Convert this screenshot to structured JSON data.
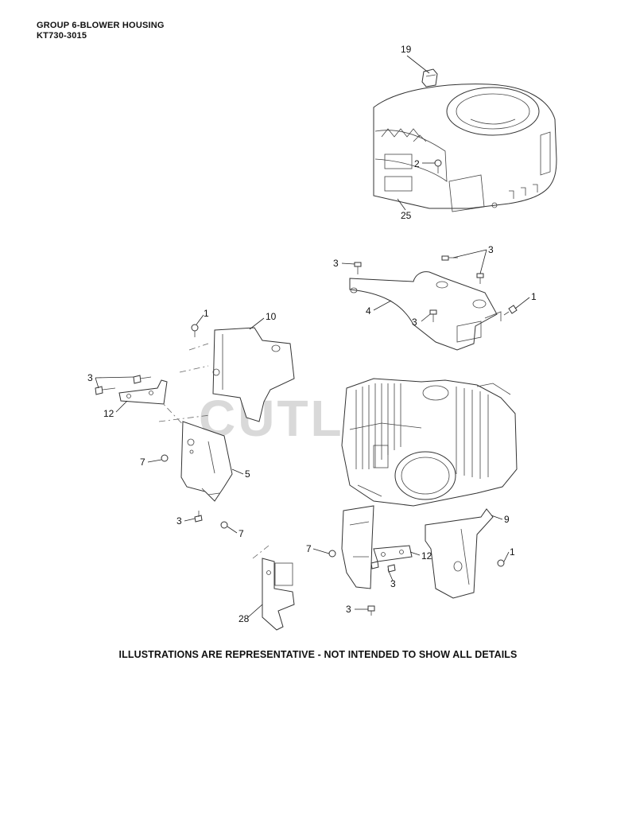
{
  "header": {
    "title": "GROUP 6-BLOWER HOUSING",
    "model": "KT730-3015"
  },
  "watermark": "CUTLERS",
  "footer_note": "ILLUSTRATIONS ARE REPRESENTATIVE - NOT INTENDED TO SHOW ALL DETAILS",
  "callouts": {
    "c19": "19",
    "c2": "2",
    "c25": "25",
    "c3a": "3",
    "c3b": "3",
    "c1a": "1",
    "c4": "4",
    "c3c": "3",
    "c1b": "1",
    "c10": "10",
    "c3d": "3",
    "c12a": "12",
    "c7a": "7",
    "c5": "5",
    "c3e": "3",
    "c7b": "7",
    "c9": "9",
    "c7c": "7",
    "c12b": "12",
    "c1c": "1",
    "c3f": "3",
    "c3g": "3",
    "c28": "28"
  }
}
